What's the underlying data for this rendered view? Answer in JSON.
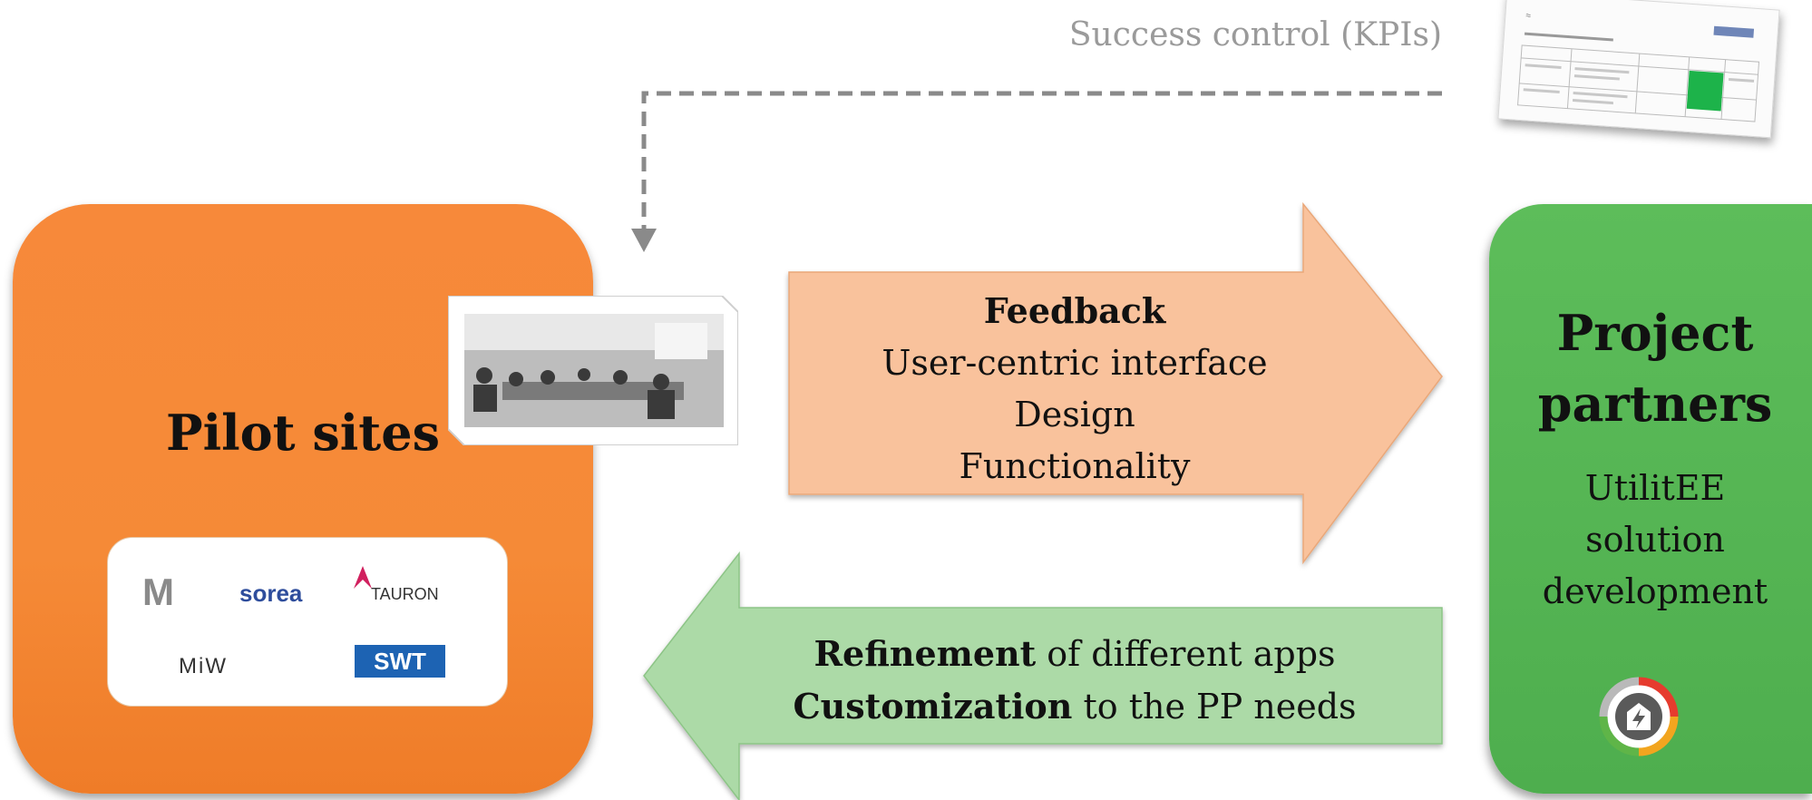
{
  "success_control": {
    "label": "Success control (KPIs)"
  },
  "pilot_sites": {
    "title": "Pilot sites",
    "logos": [
      "M",
      "sorea",
      "TAURON",
      "MiW",
      "SWT"
    ]
  },
  "project_partners": {
    "title_line1": "Project",
    "title_line2": "partners",
    "body_line1": "UtilitEE",
    "body_line2": "solution",
    "body_line3": "development"
  },
  "feedback_arrow": {
    "heading": "Feedback",
    "line1": "User-centric interface",
    "line2": "Design",
    "line3": "Functionality"
  },
  "refinement_arrow": {
    "line1_bold": "Refinement",
    "line1_rest": " of different apps",
    "line2_bold": "Customization",
    "line2_rest": " to the PP needs"
  },
  "colors": {
    "pilot_orange": "#f5883a",
    "partners_green": "#58b957",
    "feedback_arrow": "#f9c29c",
    "refinement_arrow": "#acdaa7",
    "kpi_gray": "#9a9a9a"
  }
}
